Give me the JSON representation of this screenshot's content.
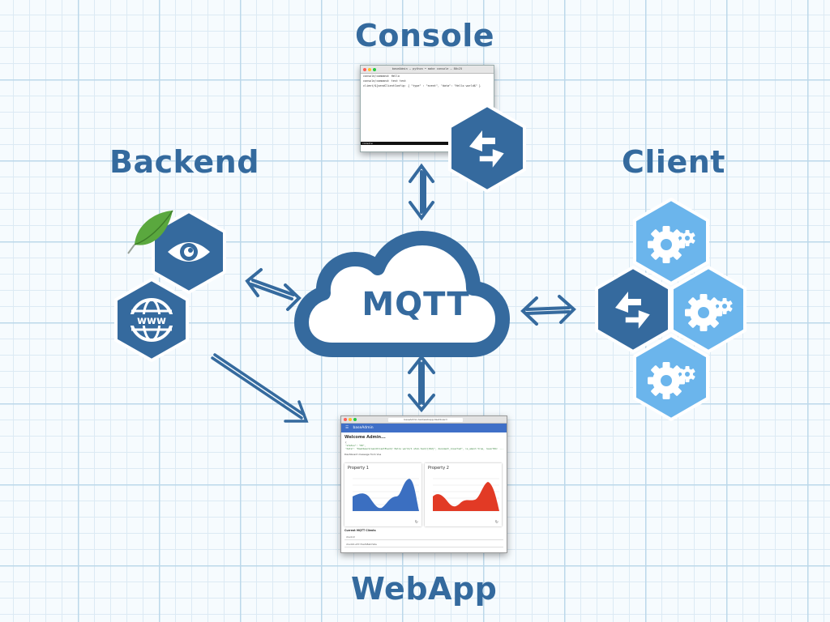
{
  "labels": {
    "console": "Console",
    "backend": "Backend",
    "client": "Client",
    "webapp": "WebApp",
    "mqtt": "MQTT"
  },
  "colors": {
    "dark_blue": "#356a9e",
    "light_blue": "#6bb5ec",
    "leaf_green": "#5aa83e",
    "grid": "#bcd8ea"
  },
  "icons": {
    "backend_top": "eye-icon",
    "backend_bottom": "www-globe-icon",
    "backend_leaf": "mongodb-leaf-icon",
    "console": "exchange-arrows-icon",
    "client_center": "exchange-arrows-icon",
    "client_others": "gears-icon"
  },
  "console_window": {
    "title": "baseAdmin — python • make console — 80×25",
    "lines": [
      "console/command: Hello",
      "console/command: test test",
      "client/${sendClientConfig: { \"type\" : \"event\", \"data\": \"Hello world$\" }"
    ],
    "status": "console"
  },
  "webapp_window": {
    "url": "baseAdmin.test/webapp/dashboard",
    "app_title": "baseAdmin",
    "welcome": "Welcome Admin...",
    "code_lines": [
      "{",
      "\"status\": \"OK\",",
      "\"data\": \"Dashboard/sendClientEvent/ Hello world/1 stub.test/[192]\", document_inserted\", is_email:true, revertOk: ..."
    ],
    "dashboard_message": "Dashboard message from Vue",
    "cards": [
      {
        "title": "Property 1",
        "color": "#3b6fc1"
      },
      {
        "title": "Property 2",
        "color": "#e23a25"
      }
    ],
    "mqtt_clients_title": "Current MQTT Clients",
    "clients": [
      "client-9",
      "clientid-e57-f1a2b8ab7e0e"
    ]
  }
}
